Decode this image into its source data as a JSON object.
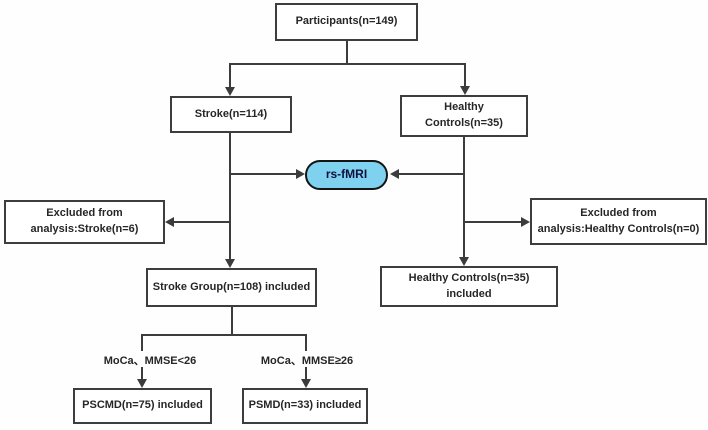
{
  "diagram": {
    "nodes": {
      "participants": "Participants(n=149)",
      "stroke": "Stroke(n=114)",
      "healthy_controls": "Healthy\nControls(n=35)",
      "rs_fmri": "rs-fMRI",
      "excluded_stroke": "Excluded from\nanalysis:Stroke(n=6)",
      "excluded_healthy": "Excluded from\nanalysis:Healthy Controls(n=0)",
      "stroke_group": "Stroke Group(n=108) included",
      "healthy_included": "Healthy Controls(n=35)\nincluded",
      "pscmd": "PSCMD(n=75) included",
      "psmd": "PSMD(n=33) included"
    },
    "edge_labels": {
      "moca_mmse_lt26": "MoCa、MMSE<26",
      "moca_mmse_ge26": "MoCa、MMSE≥26"
    },
    "colors": {
      "rs_fmri_fill": "#7ED2F0",
      "line": "#3C3C3C",
      "box_border": "#3D3D3D",
      "text": "#262626",
      "background": "#FFFFFF"
    }
  }
}
